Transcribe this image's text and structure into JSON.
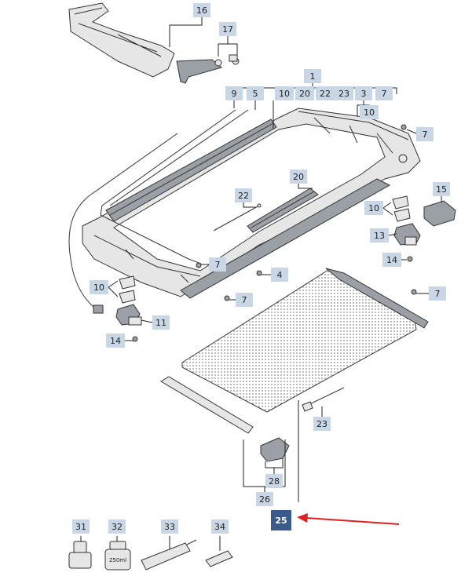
{
  "diagram": {
    "callouts": {
      "c1": "1",
      "c3": "3",
      "c4": "4",
      "c5": "5",
      "c7": "7",
      "c9": "9",
      "c10": "10",
      "c11": "11",
      "c13": "13",
      "c14": "14",
      "c15": "15",
      "c16": "16",
      "c17": "17",
      "c20": "20",
      "c22": "22",
      "c23": "23",
      "c25": "25",
      "c26": "26",
      "c28": "28",
      "c31": "31",
      "c32": "32",
      "c33": "33",
      "c34": "34"
    },
    "can_label": "250ml",
    "selected_callout": "25",
    "colors": {
      "callout_box": "#c8d6e5",
      "selected_box": "#3a5a8c",
      "arrow": "#e02020"
    }
  }
}
